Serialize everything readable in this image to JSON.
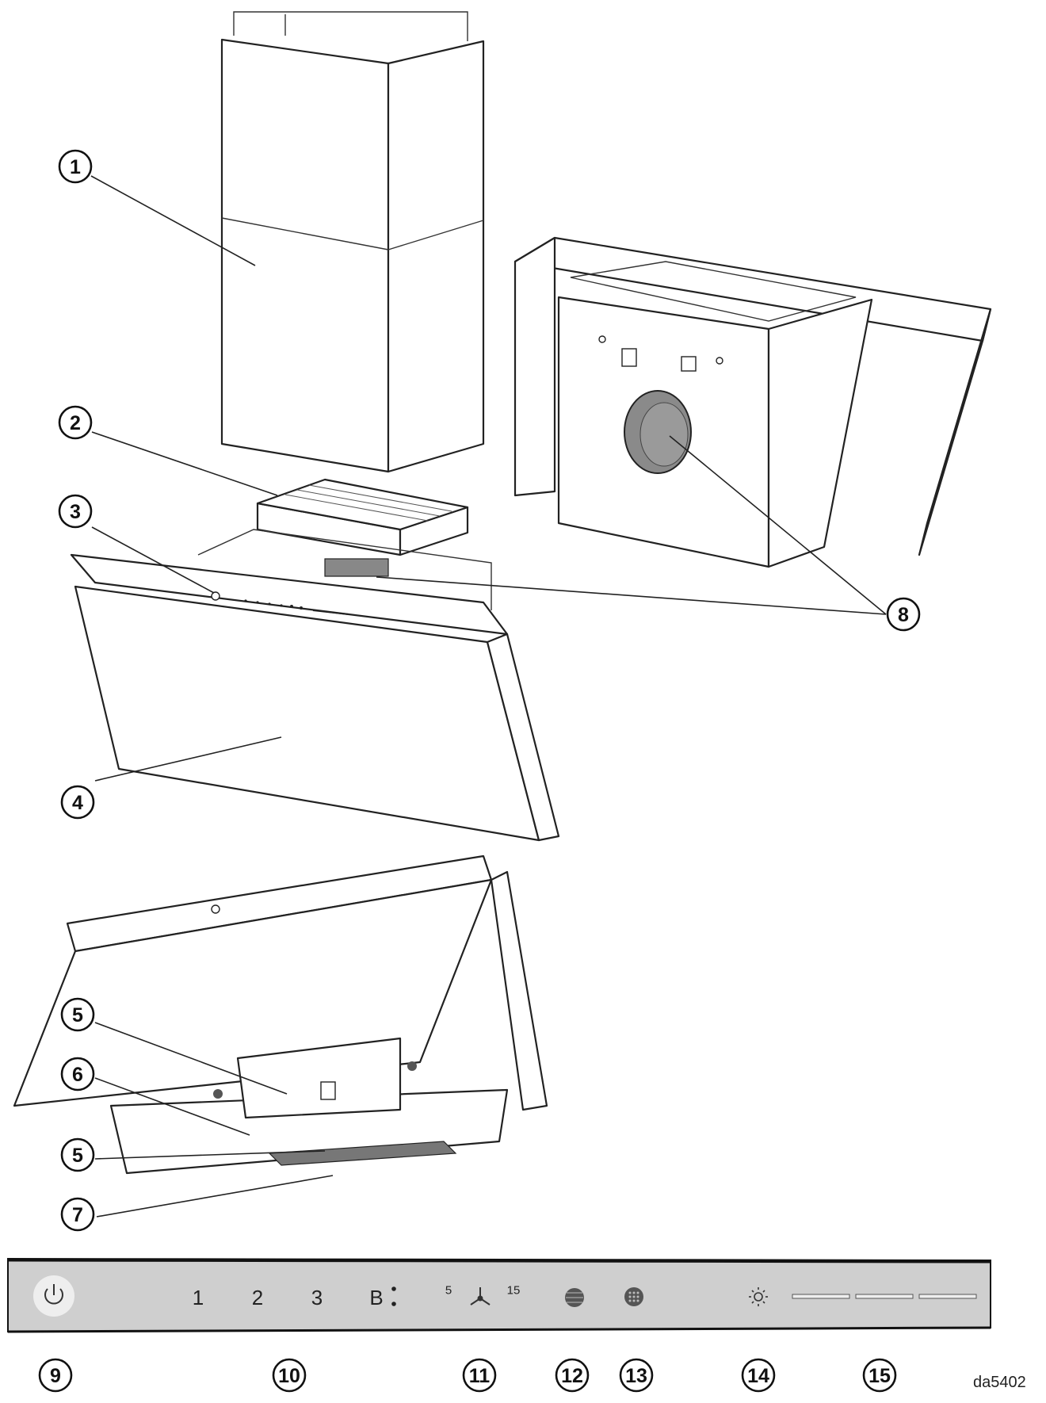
{
  "callouts": {
    "c1": "1",
    "c2": "2",
    "c3": "3",
    "c4": "4",
    "c5a": "5",
    "c6": "6",
    "c5b": "5",
    "c7": "7",
    "c8": "8",
    "c9": "9",
    "c10": "10",
    "c11": "11",
    "c12": "12",
    "c13": "13",
    "c14": "14",
    "c15": "15"
  },
  "control_panel": {
    "speed_1": "1",
    "speed_2": "2",
    "speed_3": "3",
    "boost": "B",
    "timer_min": "5",
    "timer_max": "15"
  },
  "icons": [
    "power-icon",
    "fan-icon",
    "grease-filter-icon",
    "odour-filter-icon",
    "light-icon"
  ],
  "image_code": "da5402",
  "colors": {
    "panel": "#cfcfcf",
    "line": "#222222",
    "paper": "#ffffff"
  }
}
